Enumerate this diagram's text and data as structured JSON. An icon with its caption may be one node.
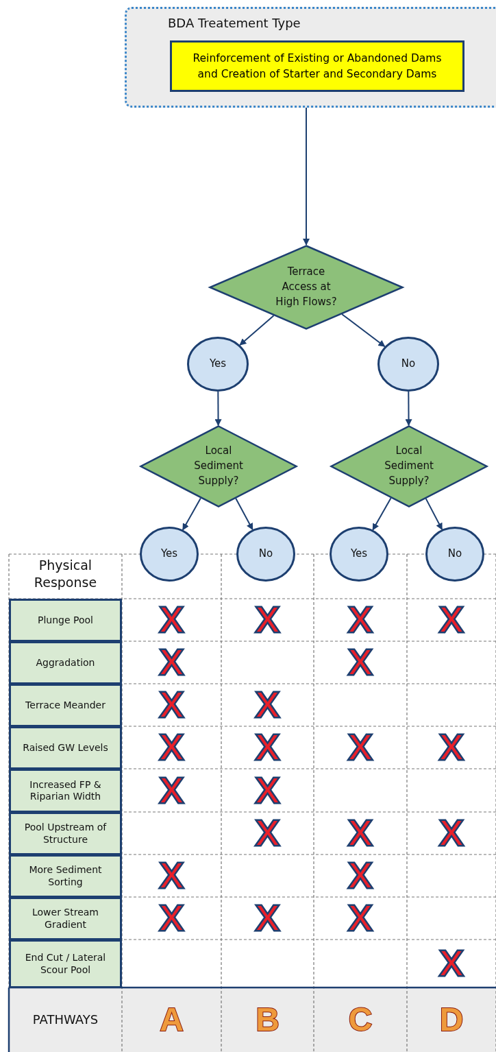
{
  "diagram": {
    "nodes": [
      {
        "text": [
          "BDA Treatement Type"
        ]
      },
      {
        "text": [
          "Reinforcement of Existing or Abandoned Dams and Creation of Starter and Secondary Dams"
        ],
        "in": 0
      },
      {
        "text": [
          "Terrace Access at High Flows?"
        ]
      },
      {
        "text": [
          "Yes"
        ]
      },
      {
        "text": [
          "No"
        ]
      },
      {
        "text": [
          "Local Sediment Supply?"
        ]
      },
      {
        "text": [
          "Local Sediment Supply?"
        ]
      },
      {
        "text": [
          "Yes"
        ]
      },
      {
        "text": [
          "No"
        ]
      },
      {
        "text": [
          "Yes"
        ]
      },
      {
        "text": [
          "No"
        ]
      }
    ],
    "edges": [
      {
        "from": 0,
        "to": 2,
        "arrow": "to"
      },
      {
        "from": 2,
        "to": 3,
        "arrow": "to"
      },
      {
        "from": 2,
        "to": 4,
        "arrow": "to"
      },
      {
        "from": 3,
        "to": 5,
        "arrow": "to"
      },
      {
        "from": 4,
        "to": 6,
        "arrow": "to"
      },
      {
        "from": 5,
        "to": 7,
        "arrow": "to"
      },
      {
        "from": 5,
        "to": 8,
        "arrow": "to"
      },
      {
        "from": 6,
        "to": 9,
        "arrow": "to"
      },
      {
        "from": 6,
        "to": 10,
        "arrow": "to"
      }
    ],
    "labels": [
      "Physical Response",
      "Plunge Pool",
      "X",
      "X",
      "X",
      "X",
      "Aggradation",
      "X",
      "X",
      "Terrace Meander",
      "X",
      "X",
      "Raised GW Levels",
      "X",
      "X",
      "X",
      "X",
      "Increased FP & Riparian Width",
      "X",
      "X",
      "Pool Upstream of Structure",
      "X",
      "X",
      "X",
      "More Sediment Sorting",
      "X",
      "X",
      "Lower Stream Gradient",
      "X",
      "X",
      "X",
      "End Cut / Lateral Scour Pool",
      "X",
      "PATHWAYS",
      "A",
      "B",
      "C",
      "D"
    ]
  }
}
